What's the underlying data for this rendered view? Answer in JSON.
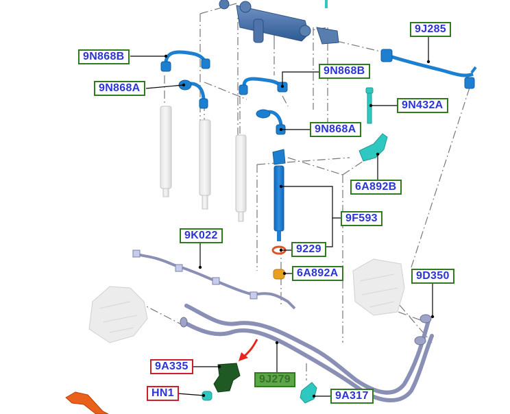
{
  "diagram": {
    "type": "exploded-parts-diagram",
    "subject": "Fuel injection system",
    "colors": {
      "label_text": "#2b34d6",
      "label_border_green": "#2f7a1f",
      "label_border_red": "#d01d2a",
      "label_fill_highlight": "#5aa845",
      "fuel_rail_blue": "#3f6ea8",
      "injector_line_blue": "#1d7fd0",
      "injector_dark_blue": "#1767b8",
      "cyan_parts": "#2fc8c0",
      "return_pipe": "#8a8fb5",
      "ghost_parts": "#d4d4d4",
      "seal_orange": "#e0522a",
      "washer_amber": "#e8a020",
      "clip_dark_green": "#1f5a24",
      "arrow_red": "#e8261e",
      "bracket_orange": "#e8601a"
    }
  },
  "callouts": [
    {
      "id": "9J285",
      "label": "9J285",
      "style": "green"
    },
    {
      "id": "9N868B-left",
      "label": "9N868B",
      "style": "green"
    },
    {
      "id": "9N868A-left",
      "label": "9N868A",
      "style": "green"
    },
    {
      "id": "9N868B-right",
      "label": "9N868B",
      "style": "green"
    },
    {
      "id": "9N432A",
      "label": "9N432A",
      "style": "green"
    },
    {
      "id": "9N868A-right",
      "label": "9N868A",
      "style": "green"
    },
    {
      "id": "6A892B",
      "label": "6A892B",
      "style": "green"
    },
    {
      "id": "9F593",
      "label": "9F593",
      "style": "green"
    },
    {
      "id": "9K022",
      "label": "9K022",
      "style": "green"
    },
    {
      "id": "9229",
      "label": "9229",
      "style": "green"
    },
    {
      "id": "6A892A",
      "label": "6A892A",
      "style": "green"
    },
    {
      "id": "9D350",
      "label": "9D350",
      "style": "green"
    },
    {
      "id": "9A335",
      "label": "9A335",
      "style": "red"
    },
    {
      "id": "9J279",
      "label": "9J279",
      "style": "filled"
    },
    {
      "id": "HN1",
      "label": "HN1",
      "style": "red"
    },
    {
      "id": "9A317",
      "label": "9A317",
      "style": "green"
    }
  ]
}
